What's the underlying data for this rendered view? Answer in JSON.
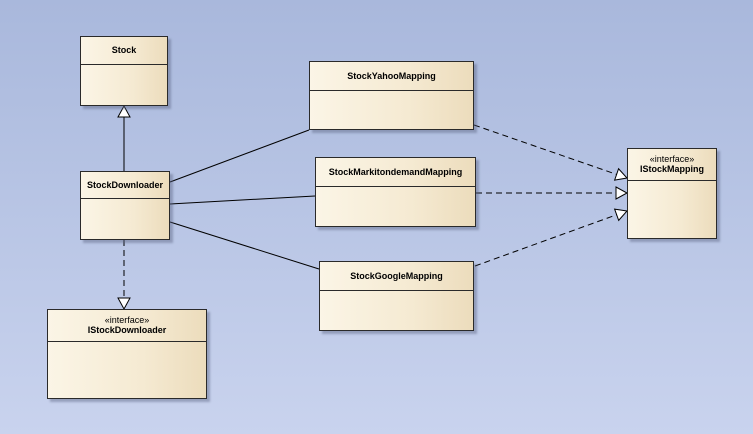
{
  "diagram": {
    "classes": {
      "stock": {
        "name": "Stock"
      },
      "stock_downloader": {
        "name": "StockDownloader"
      },
      "istock_downloader": {
        "stereotype": "«interface»",
        "name": "IStockDownloader"
      },
      "stock_yahoo_mapping": {
        "name": "StockYahooMapping"
      },
      "stock_markit_mapping": {
        "name": "StockMarkitondemandMapping"
      },
      "stock_google_mapping": {
        "name": "StockGoogleMapping"
      },
      "istock_mapping": {
        "stereotype": "«interface»",
        "name": "IStockMapping"
      }
    }
  }
}
